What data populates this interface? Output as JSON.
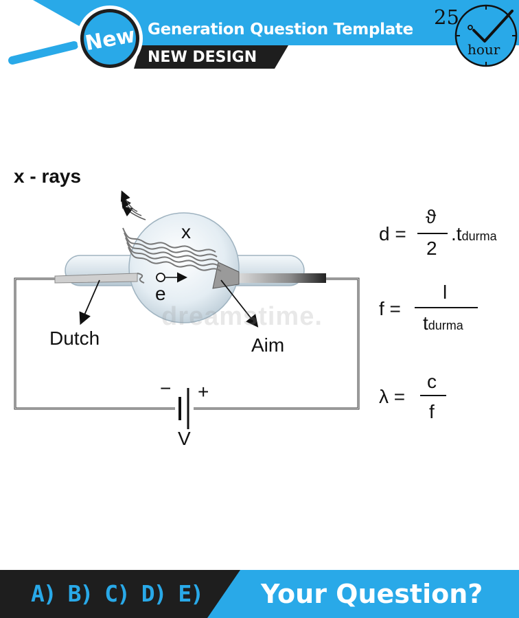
{
  "header": {
    "badge": "New",
    "title": "Generation Question Template",
    "subtitle": "NEW DESIGN",
    "timer": {
      "number": "25",
      "unit": "hour"
    }
  },
  "diagram": {
    "title": "x - rays",
    "labels": {
      "x": "x",
      "electron": "e",
      "dutch": "Dutch",
      "aim": "Aim",
      "minus": "−",
      "plus": "+",
      "voltage": "V"
    },
    "watermark": "dreamstime."
  },
  "formulas": {
    "f1": {
      "lhs": "d =",
      "num": "ϑ",
      "den": "2",
      "tail": ".t",
      "sub": "durma"
    },
    "f2": {
      "lhs": "f =",
      "num": "l",
      "den": "t",
      "den_sub": "durma"
    },
    "f3": {
      "lhs": "λ =",
      "num": "c",
      "den": "f"
    }
  },
  "footer": {
    "options": "A) B) C) D) E)",
    "question": "Your Question?"
  },
  "colors": {
    "accent": "#29a9e8",
    "dark": "#1e1e1e"
  }
}
